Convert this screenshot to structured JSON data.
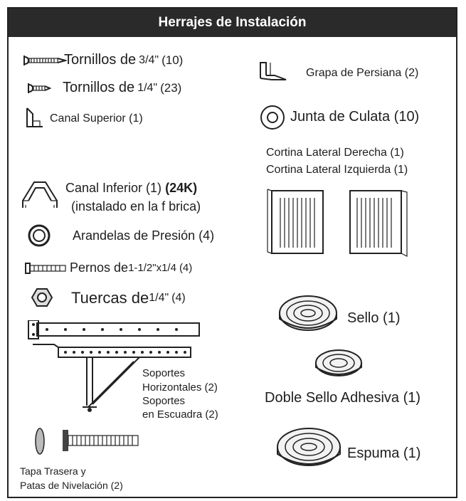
{
  "title": "Herrajes de Instalación",
  "items": {
    "screw_34": {
      "prefix": "Tornillos de",
      "size": "3/4\"",
      "qty": "(10)"
    },
    "screw_14": {
      "prefix": "Tornillos de",
      "size": "1/4\"",
      "qty": "(23)"
    },
    "canal_superior": "Canal Superior (1)",
    "canal_inferior_1": "Canal Inferior (1)",
    "canal_inferior_bold": "(24K)",
    "canal_inferior_2": "(instalado en la f  brica)",
    "arandelas": "Arandelas de Presión (4)",
    "pernos": {
      "prefix": "Pernos de",
      "size": "1-1/2\"x1/4",
      "qty": "(4)"
    },
    "tuercas": {
      "prefix": "Tuercas de",
      "size": "1/4\"",
      "qty": "(4)"
    },
    "soportes": [
      "Soportes",
      "Horizontales (2)",
      "Soportes",
      "en Escuadra (2)"
    ],
    "tapa": [
      "Tapa Trasera y",
      "Patas de Nivelación (2)"
    ],
    "grapa": "Grapa de Persiana (2)",
    "junta": "Junta de Culata (10)",
    "cortina_derecha": "Cortina Lateral Derecha (1)",
    "cortina_izquierda": "Cortina Lateral Izquierda (1)",
    "sello": "Sello (1)",
    "doble_sello": "Doble Sello Adhesiva (1)",
    "espuma": "Espuma (1)"
  },
  "icons": [
    "screw-long-icon",
    "screw-short-icon",
    "top-channel-icon",
    "bottom-channel-icon",
    "lock-washer-icon",
    "bolt-icon",
    "nut-icon",
    "brackets-icon",
    "leveling-leg-icon",
    "shutter-clip-icon",
    "gasket-ring-icon",
    "side-curtain-icon",
    "seal-coil-icon",
    "double-seal-coil-icon",
    "foam-coil-icon"
  ],
  "colors": {
    "header_bg": "#2a2a2a",
    "header_text": "#ffffff",
    "text": "#1e1e1e"
  }
}
